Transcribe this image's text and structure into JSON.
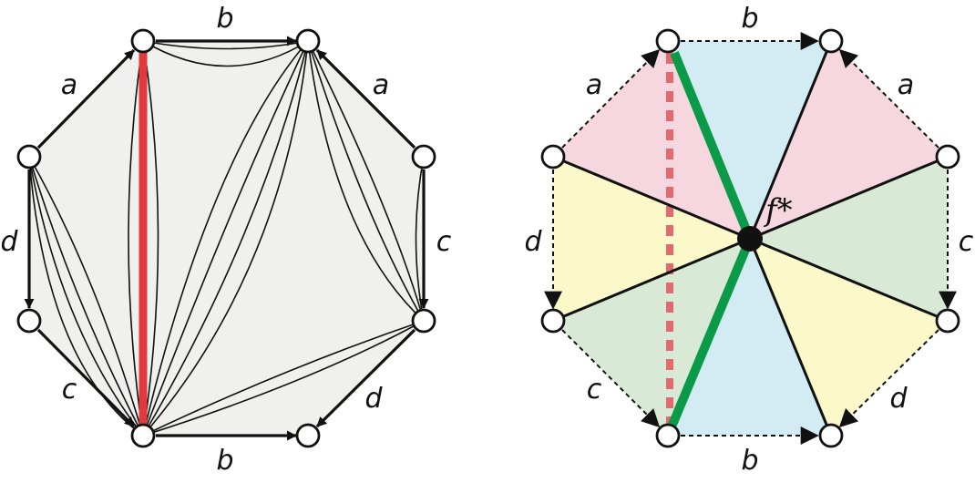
{
  "left_figure": {
    "labels": {
      "top": "b",
      "upper_left": "a",
      "upper_right": "a",
      "left": "d",
      "right": "c",
      "lower_left": "c",
      "lower_right": "d",
      "bottom": "b"
    }
  },
  "right_figure": {
    "labels": {
      "top": "b",
      "upper_left": "a",
      "upper_right": "a",
      "left": "d",
      "right": "c",
      "lower_left": "c",
      "lower_right": "d",
      "bottom": "b"
    },
    "center_label": "f*"
  },
  "colors": {
    "fill_gray": "#f0f0ef",
    "pink": "#f6d7df",
    "blue": "#d3ecf3",
    "green": "#d8ead6",
    "yellow": "#fbf8c9",
    "red": "#e03a3e",
    "red_dashed": "#e26a6f",
    "green_thick": "#0a9a48",
    "stroke": "#111111"
  }
}
